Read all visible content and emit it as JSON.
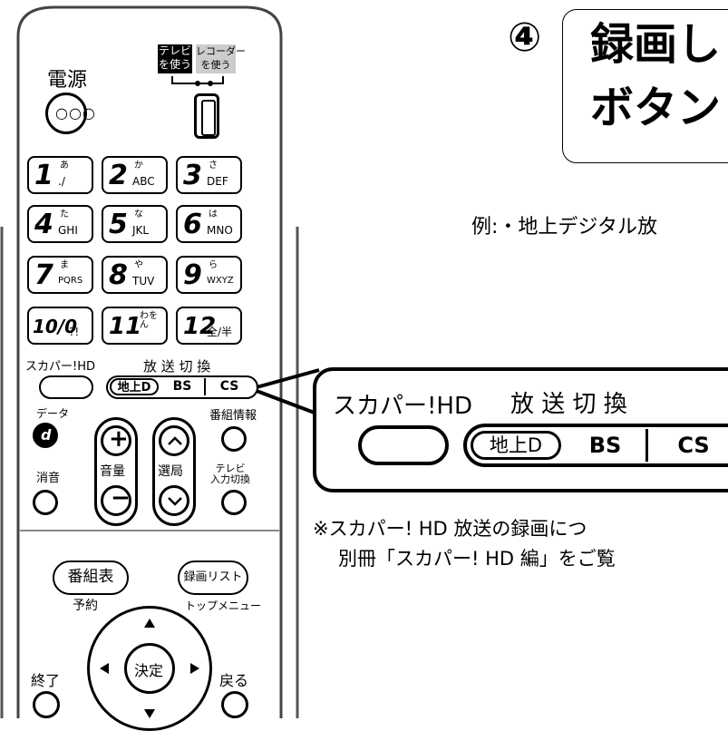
{
  "step": {
    "number": "④",
    "title_line1": "録画し",
    "title_line2": "ボタン"
  },
  "example_text": "例:・地上デジタル放",
  "remote": {
    "power_label": "電源",
    "switch_tv_label": "テレビ\nを使う",
    "switch_rec_label": "レコーダー\nを使う",
    "numpad": [
      {
        "num": "1",
        "kana": "あ",
        "sub": "./"
      },
      {
        "num": "2",
        "kana": "か",
        "sub": "ABC"
      },
      {
        "num": "3",
        "kana": "さ",
        "sub": "DEF"
      },
      {
        "num": "4",
        "kana": "た",
        "sub": "GHI"
      },
      {
        "num": "5",
        "kana": "な",
        "sub": "JKL"
      },
      {
        "num": "6",
        "kana": "は",
        "sub": "MNO"
      },
      {
        "num": "7",
        "kana": "ま",
        "sub": "PQRS"
      },
      {
        "num": "8",
        "kana": "や",
        "sub": "TUV"
      },
      {
        "num": "9",
        "kana": "ら",
        "sub": "WXYZ"
      },
      {
        "num": "10/0",
        "kana": "",
        "sub": "?!"
      },
      {
        "num": "11",
        "kana": "わをん",
        "sub": ""
      },
      {
        "num": "12",
        "kana": "",
        "sub": "全/半"
      }
    ],
    "skyperfect_label": "スカパー!HD",
    "broadcast_switch_label": "放 送 切 換",
    "broadcast_buttons": [
      "地上D",
      "BS",
      "CS"
    ],
    "data_label": "データ",
    "program_info_label": "番組情報",
    "volume_label": "音量",
    "channel_label": "選局",
    "mute_label": "消音",
    "tv_input_label": "テレビ\n入力切換",
    "guide_label": "番組表",
    "reserve_label": "予約",
    "rec_list_label": "録画リスト",
    "top_menu_label": "トップメニュー",
    "enter_label": "決定",
    "end_label": "終了",
    "back_label": "戻る"
  },
  "zoom": {
    "skyperfect_label": "スカパー!HD",
    "broadcast_switch_label": "放 送 切 換",
    "buttons": [
      "地上D",
      "BS",
      "CS"
    ]
  },
  "note": {
    "line1": "※スカパー! HD 放送の録画につ",
    "line2": "別冊「スカパー! HD 編」をご覧"
  }
}
